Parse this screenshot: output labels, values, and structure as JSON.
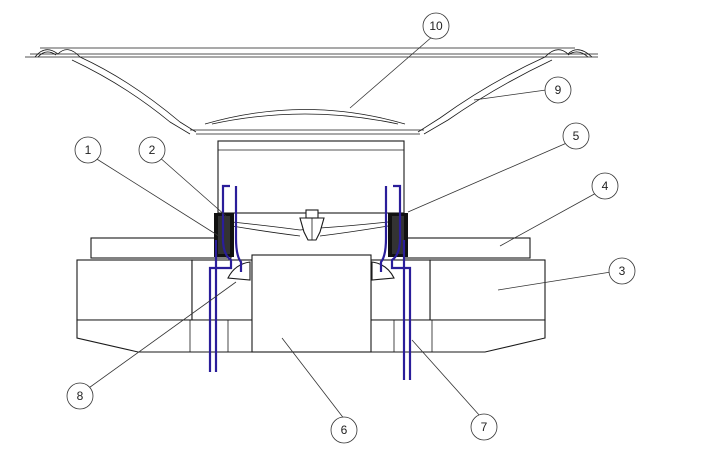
{
  "diagram": {
    "callouts": [
      {
        "id": "c1",
        "label": "1"
      },
      {
        "id": "c2",
        "label": "2"
      },
      {
        "id": "c3",
        "label": "3"
      },
      {
        "id": "c4",
        "label": "4"
      },
      {
        "id": "c5",
        "label": "5"
      },
      {
        "id": "c6",
        "label": "6"
      },
      {
        "id": "c7",
        "label": "7"
      },
      {
        "id": "c8",
        "label": "8"
      },
      {
        "id": "c9",
        "label": "9"
      },
      {
        "id": "c10",
        "label": "10"
      }
    ],
    "colors": {
      "outline": "#1a1a1a",
      "wire": "#2a1d9a",
      "hatch": "#555555",
      "background": "#ffffff",
      "coil": "#111111"
    }
  }
}
